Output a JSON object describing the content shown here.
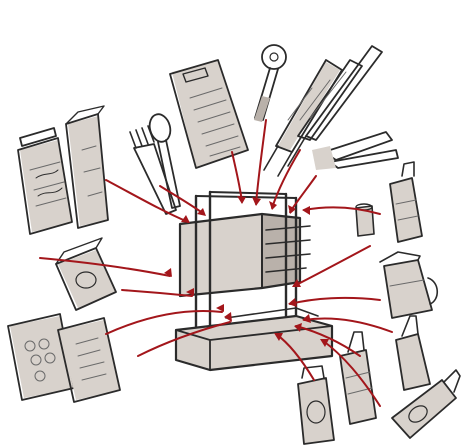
{
  "illustration": {
    "subject": "kitchen-organizer-sketch",
    "accent_color": "#a3161b",
    "ink_color": "#2b2b2b",
    "background_color": "#ffffff",
    "items": [
      "cutting-board",
      "pizza-cutter",
      "knives",
      "fork",
      "spoon",
      "tongs",
      "glass-jar",
      "tall-box",
      "small-box",
      "food-packages",
      "organizer-rack",
      "can",
      "spice-bottle",
      "moka-pot",
      "oil-bottle",
      "tall-bottle",
      "jar-bottle",
      "wine-bottle"
    ]
  }
}
